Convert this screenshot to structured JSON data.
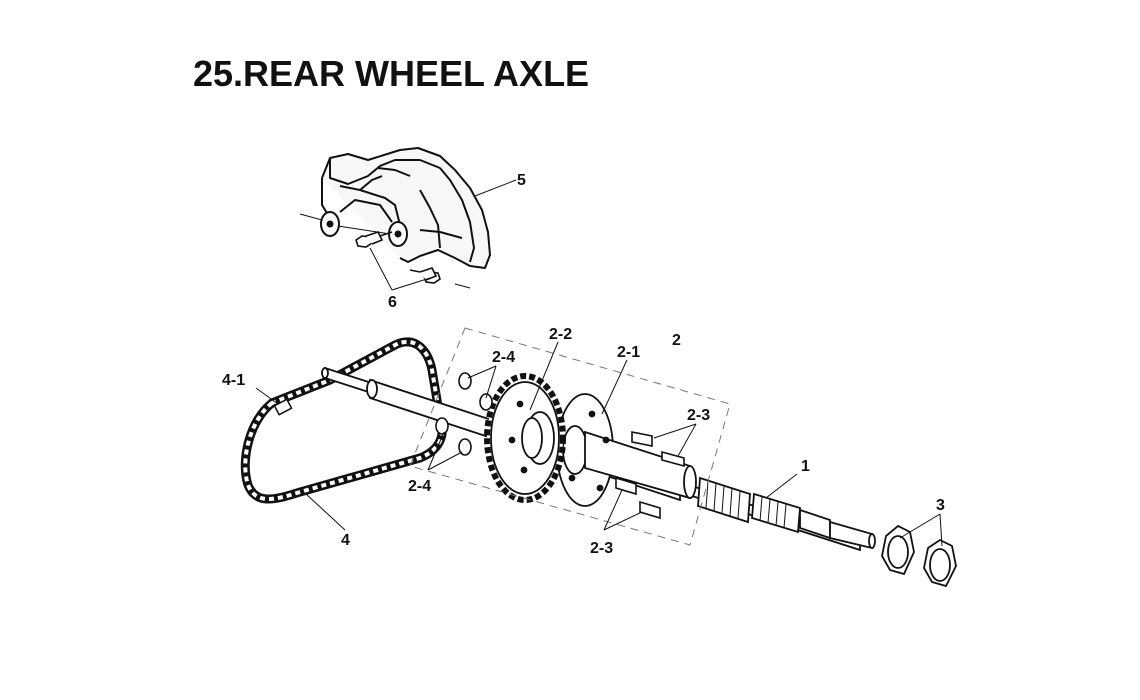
{
  "title": "25.REAR WHEEL AXLE",
  "labels": {
    "p1": "1",
    "p2": "2",
    "p2_1": "2-1",
    "p2_2": "2-2",
    "p2_3_upper": "2-3",
    "p2_3_lower": "2-3",
    "p2_4_upper": "2-4",
    "p2_4_lower": "2-4",
    "p3": "3",
    "p4": "4",
    "p4_1": "4-1",
    "p5": "5",
    "p6": "6"
  },
  "colors": {
    "line": "#111111",
    "background": "#ffffff",
    "dashed": "#777777"
  }
}
